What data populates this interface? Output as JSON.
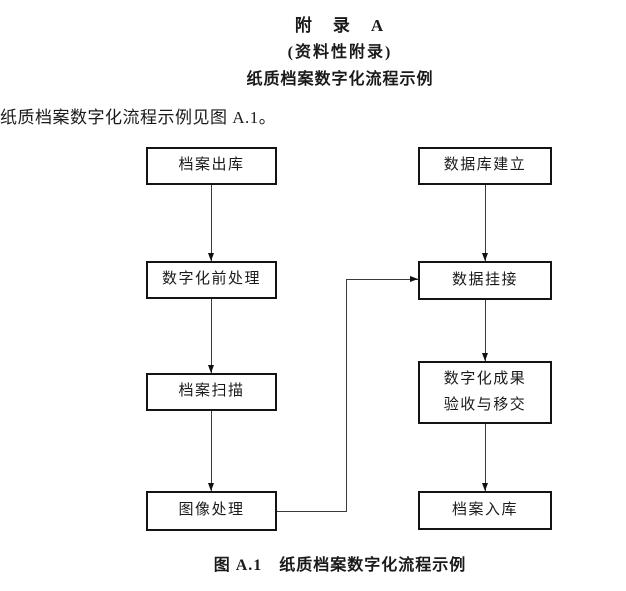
{
  "header": {
    "appendix_title": "附　录　A",
    "appendix_type": "(资料性附录)",
    "appendix_subject": "纸质档案数字化流程示例"
  },
  "body": {
    "intro": "纸质档案数字化流程示例见图 A.1。"
  },
  "figure": {
    "caption": "图 A.1　纸质档案数字化流程示例",
    "nodes": [
      {
        "id": "archive-checkout",
        "label": "档案出库"
      },
      {
        "id": "pre-processing",
        "label": "数字化前处理"
      },
      {
        "id": "archive-scanning",
        "label": "档案扫描"
      },
      {
        "id": "image-processing",
        "label": "图像处理"
      },
      {
        "id": "database-creation",
        "label": "数据库建立"
      },
      {
        "id": "data-linking",
        "label": "数据挂接"
      },
      {
        "id": "acceptance-transfer",
        "label": "数字化成果\n验收与移交"
      },
      {
        "id": "archive-checkin",
        "label": "档案入库"
      }
    ],
    "edges": [
      {
        "from": "档案出库",
        "to": "数字化前处理"
      },
      {
        "from": "数字化前处理",
        "to": "档案扫描"
      },
      {
        "from": "档案扫描",
        "to": "图像处理"
      },
      {
        "from": "图像处理",
        "to": "数据挂接"
      },
      {
        "from": "数据库建立",
        "to": "数据挂接"
      },
      {
        "from": "数据挂接",
        "to": "数字化成果验收与移交"
      },
      {
        "from": "数字化成果验收与移交",
        "to": "档案入库"
      }
    ]
  }
}
